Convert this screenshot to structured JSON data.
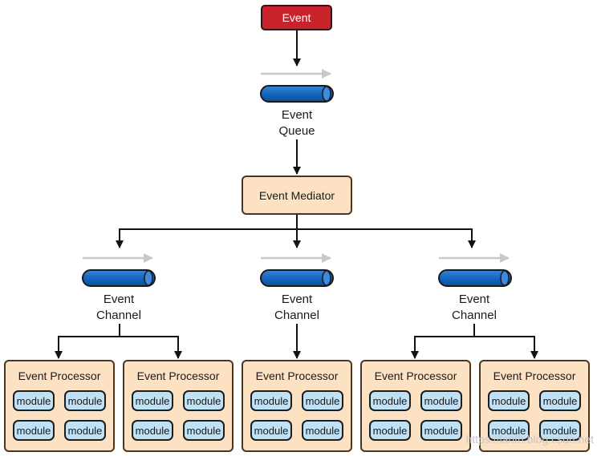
{
  "event": {
    "label": "Event",
    "color": "#c8222a"
  },
  "queue": {
    "line1": "Event",
    "line2": "Queue",
    "color": "#1466c0"
  },
  "mediator": {
    "label": "Event Mediator",
    "color": "#fce2c2"
  },
  "channels": [
    {
      "line1": "Event",
      "line2": "Channel"
    },
    {
      "line1": "Event",
      "line2": "Channel"
    },
    {
      "line1": "Event",
      "line2": "Channel"
    }
  ],
  "processors": [
    {
      "title": "Event Processor",
      "modules": [
        "module",
        "module",
        "module",
        "module"
      ]
    },
    {
      "title": "Event Processor",
      "modules": [
        "module",
        "module",
        "module",
        "module"
      ]
    },
    {
      "title": "Event Processor",
      "modules": [
        "module",
        "module",
        "module",
        "module"
      ]
    },
    {
      "title": "Event Processor",
      "modules": [
        "module",
        "module",
        "module",
        "module"
      ]
    },
    {
      "title": "Event Processor",
      "modules": [
        "module",
        "module",
        "module",
        "module"
      ]
    }
  ],
  "watermark": "https://lanfh.blog.csdn.net"
}
